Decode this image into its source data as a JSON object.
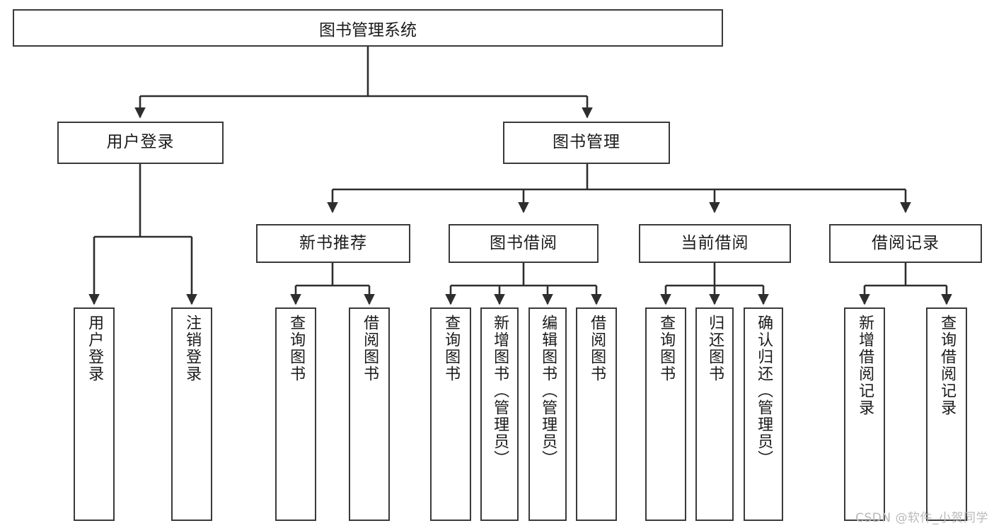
{
  "diagram": {
    "title": "图书管理系统",
    "type": "tree",
    "watermark": "CSDN @软件_小贺同学",
    "colors": {
      "box_border": "#3a3a3a",
      "box_fill": "#ffffff",
      "connector": "#2e2e2e",
      "text": "#1b1b1b",
      "watermark": "#b9b9b9"
    },
    "root": {
      "label": "图书管理系统"
    },
    "level2": [
      {
        "label": "用户登录"
      },
      {
        "label": "图书管理"
      }
    ],
    "level3": [
      {
        "label": "新书推荐"
      },
      {
        "label": "图书借阅"
      },
      {
        "label": "当前借阅"
      },
      {
        "label": "借阅记录"
      }
    ],
    "leaves": {
      "user_login": [
        {
          "label": "用户登录"
        },
        {
          "label": "注销登录"
        }
      ],
      "new_book_recommend": [
        {
          "label": "查询图书"
        },
        {
          "label": "借阅图书"
        }
      ],
      "book_borrow": [
        {
          "label": "查询图书"
        },
        {
          "label": "新增图书（管理员）"
        },
        {
          "label": "编辑图书（管理员）"
        },
        {
          "label": "借阅图书"
        }
      ],
      "current_borrow": [
        {
          "label": "查询图书"
        },
        {
          "label": "归还图书"
        },
        {
          "label": "确认归还（管理员）"
        }
      ],
      "borrow_record": [
        {
          "label": "新增借阅记录"
        },
        {
          "label": "查询借阅记录"
        }
      ]
    }
  }
}
